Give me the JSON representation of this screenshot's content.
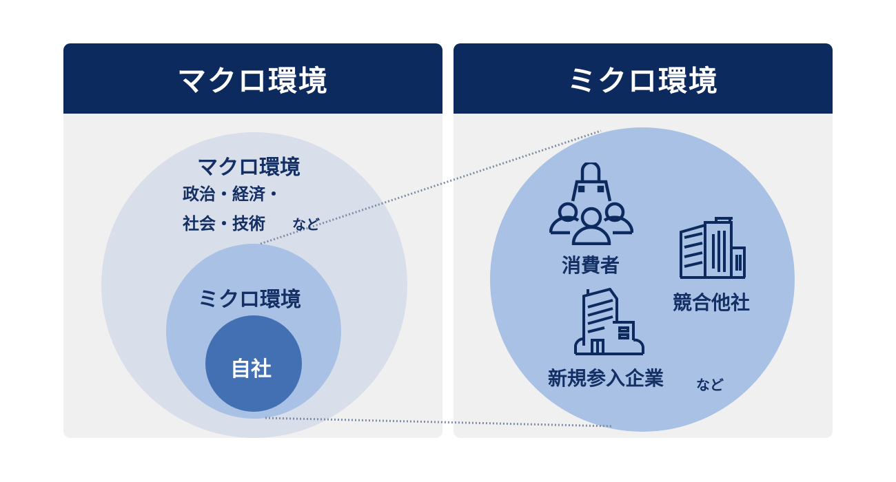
{
  "left_panel": {
    "title": "マクロ環境",
    "outer_circle": {
      "title": "マクロ環境",
      "line1": "政治・経済・",
      "line2": "社会・技術",
      "suffix": "など"
    },
    "middle_circle": {
      "title": "ミクロ環境"
    },
    "inner_circle": {
      "label": "自社"
    }
  },
  "right_panel": {
    "title": "ミクロ環境",
    "items": [
      {
        "label": "消費者",
        "icon": "consumers-shopping-bag-icon"
      },
      {
        "label": "競合他社",
        "icon": "competitor-buildings-icon"
      },
      {
        "label": "新規参入企業",
        "icon": "new-entrant-building-icon"
      }
    ],
    "suffix": "など"
  },
  "colors": {
    "header": "#0c2a5e",
    "panel": "#f0f0f0",
    "outer": "#d8deea",
    "middle": "#a8c1e4",
    "inner": "#4270b2",
    "text": "#132f63"
  }
}
